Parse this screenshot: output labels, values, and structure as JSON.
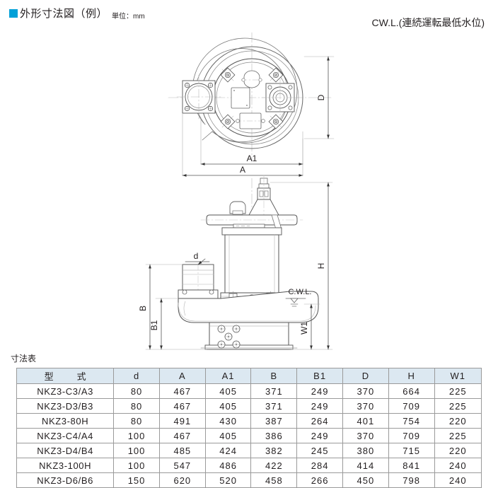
{
  "header": {
    "bullet_color": "#00a0d8",
    "title": "外形寸法図（例）",
    "unit_label": "単位：mm",
    "cwl_note": "CW.L.(連続運転最低水位)"
  },
  "drawing": {
    "plan_view": {
      "labels": {
        "diameter_d": "D",
        "width_a1": "A1",
        "width_a": "A"
      }
    },
    "elevation_view": {
      "labels": {
        "discharge_d": "d",
        "height_b": "B",
        "height_b1": "B1",
        "height_h": "H",
        "height_w1": "W1",
        "water_level": "C.W.L."
      }
    }
  },
  "table": {
    "caption": "寸法表",
    "columns": [
      "型　式",
      "d",
      "A",
      "A1",
      "B",
      "B1",
      "D",
      "H",
      "W1"
    ],
    "rows": [
      {
        "model": "NKZ3-C3/A3",
        "d": "80",
        "A": "467",
        "A1": "405",
        "B": "371",
        "B1": "249",
        "D": "370",
        "H": "664",
        "W1": "225"
      },
      {
        "model": "NKZ3-D3/B3",
        "d": "80",
        "A": "467",
        "A1": "405",
        "B": "371",
        "B1": "249",
        "D": "370",
        "H": "709",
        "W1": "225"
      },
      {
        "model": "NKZ3-80H",
        "d": "80",
        "A": "491",
        "A1": "430",
        "B": "387",
        "B1": "264",
        "D": "401",
        "H": "754",
        "W1": "220"
      },
      {
        "model": "NKZ3-C4/A4",
        "d": "100",
        "A": "467",
        "A1": "405",
        "B": "386",
        "B1": "249",
        "D": "370",
        "H": "709",
        "W1": "225"
      },
      {
        "model": "NKZ3-D4/B4",
        "d": "100",
        "A": "485",
        "A1": "424",
        "B": "382",
        "B1": "245",
        "D": "380",
        "H": "715",
        "W1": "220"
      },
      {
        "model": "NKZ3-100H",
        "d": "100",
        "A": "547",
        "A1": "486",
        "B": "422",
        "B1": "284",
        "D": "414",
        "H": "841",
        "W1": "240"
      },
      {
        "model": "NKZ3-D6/B6",
        "d": "150",
        "A": "620",
        "A1": "520",
        "B": "458",
        "B1": "266",
        "D": "450",
        "H": "798",
        "W1": "240"
      }
    ]
  }
}
